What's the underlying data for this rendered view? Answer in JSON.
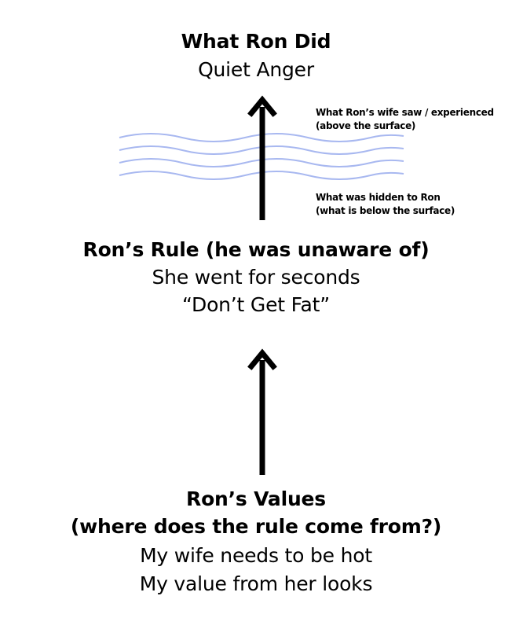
{
  "top": {
    "title": "What Ron Did",
    "subtitle": "Quiet Anger"
  },
  "surface_notes": {
    "above": {
      "line1": "What Ron’s wife saw / experienced",
      "line2": "(above the surface)"
    },
    "below": {
      "line1": "What was hidden to Ron",
      "line2": "(what is below the surface)"
    }
  },
  "middle": {
    "title": "Ron’s Rule (he was unaware of)",
    "line1": "She went for seconds",
    "line2": "“Don’t Get Fat”"
  },
  "bottom": {
    "title_line1": "Ron’s Values",
    "title_line2": "(where does the rule come from?)",
    "line1": "My wife needs to be hot",
    "line2": "My value from her looks"
  },
  "colors": {
    "wave": "#a8b8f0",
    "arrow": "#000000",
    "text": "#000000"
  },
  "icons": {
    "arrow_upper": "arrow-up-icon",
    "arrow_lower": "arrow-up-icon",
    "water": "water-waves-icon"
  }
}
